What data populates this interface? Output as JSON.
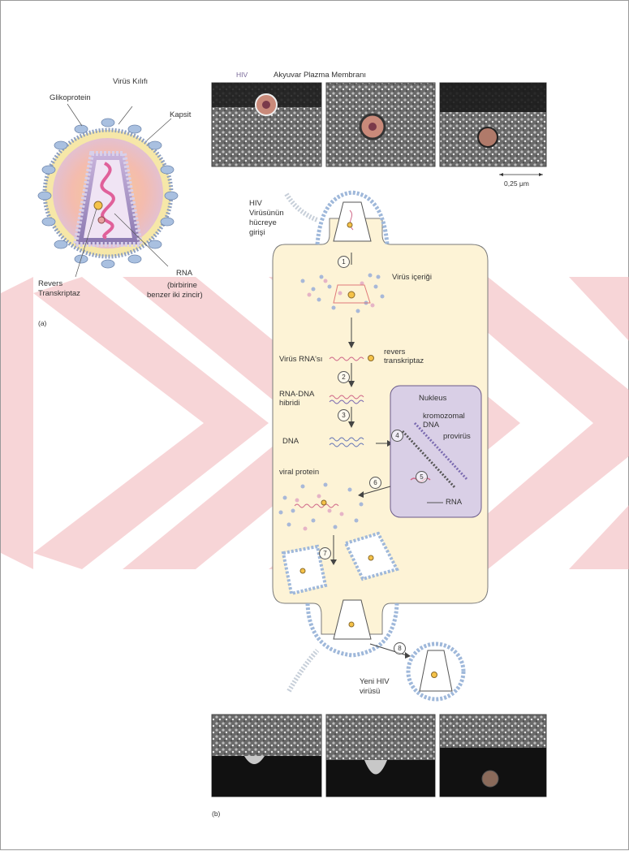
{
  "left_figure": {
    "label_glycoprotein": "Glikoprotein",
    "label_envelope": "Virüs Kılıfı",
    "label_capsid": "Kapsit",
    "label_rna": "RNA",
    "label_rna_note_1": "(birbirine",
    "label_rna_note_2": "benzer iki zincir)",
    "label_rt_1": "Revers",
    "label_rt_2": "Transkriptaz",
    "panel_label": "(a)"
  },
  "top_photos": {
    "label_hiv": "HIV",
    "label_membrane": "Akyuvar Plazma Membranı",
    "scale": "0,25 μm"
  },
  "cycle": {
    "entry_1": "HIV",
    "entry_2": "Virüsünün",
    "entry_3": "hücreye",
    "entry_4": "girişi",
    "virus_contents": "Virüs içeriği",
    "viral_rna": "Virüs RNA'sı",
    "rt_1": "revers",
    "rt_2": "transkriptaz",
    "hybrid_1": "RNA-DNA",
    "hybrid_2": "hibridi",
    "dna": "DNA",
    "nucleus": "Nukleus",
    "chrom_1": "kromozomal",
    "chrom_2": "DNA",
    "provirus": "provirüs",
    "rna": "RNA",
    "viral_protein": "viral protein",
    "new_hiv_1": "Yeni HIV",
    "new_hiv_2": "virüsü",
    "steps": [
      "1",
      "2",
      "3",
      "4",
      "5",
      "6",
      "7",
      "8"
    ]
  },
  "bottom": {
    "panel_label": "(b)"
  },
  "colors": {
    "cell_fill": "#fdf3d6",
    "nucleus_fill": "#d9cfe6",
    "watermark": "#f2b3b8",
    "virus_core": "#e7b0c8",
    "envelope_bead": "#9fb8da"
  }
}
